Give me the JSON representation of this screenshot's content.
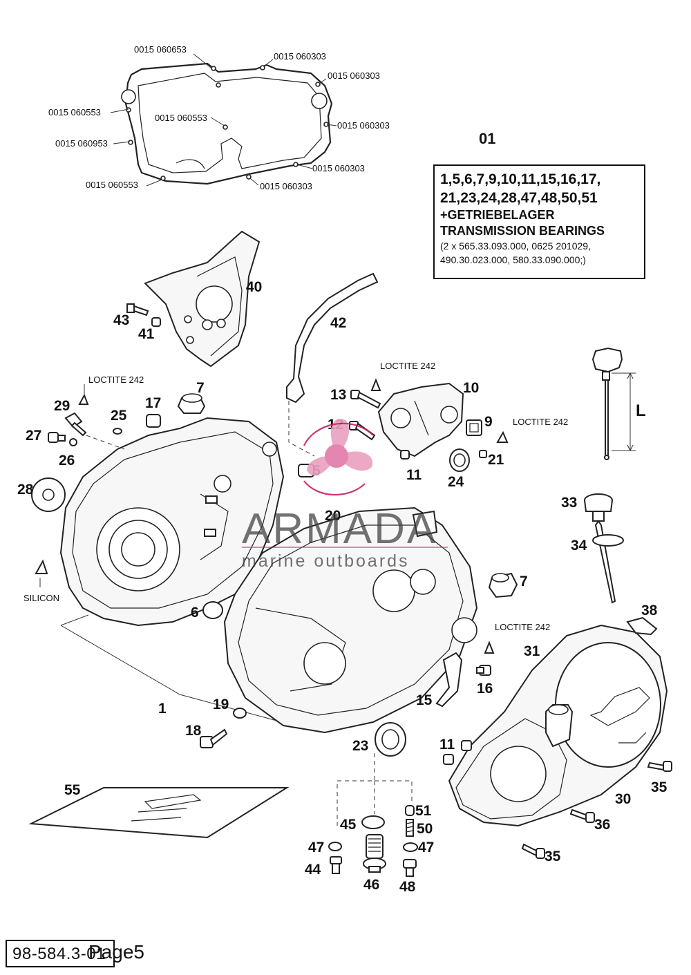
{
  "assembly": {
    "set_number": "01",
    "contents_line1": "1,5,6,7,9,10,11,15,16,17,",
    "contents_line2": "21,23,24,28,47,48,50,51",
    "bearing_de": "+GETRIEBELAGER",
    "bearing_en": "TRANSMISSION BEARINGS",
    "bearing_refs_line1": "(2 x 565.33.093.000, 0625 201029,",
    "bearing_refs_line2": "490.30.023.000, 580.33.090.000;)"
  },
  "gasket_codes": [
    "0015 060653",
    "0015 060303",
    "0015 060303",
    "0015 060553",
    "0015 060553",
    "0015 060303",
    "0015 060953",
    "0015 060303",
    "0015 060553",
    "0015 060303"
  ],
  "notes": {
    "loctite": "LOCTITE 242",
    "silicon": "SILICON",
    "dipstick_dimension": "L"
  },
  "part_numbers": [
    "1",
    "5",
    "6",
    "7",
    "7",
    "9",
    "10",
    "11",
    "11",
    "12",
    "13",
    "15",
    "16",
    "17",
    "18",
    "19",
    "20",
    "21",
    "23",
    "24",
    "25",
    "26",
    "27",
    "28",
    "29",
    "30",
    "31",
    "33",
    "34",
    "35",
    "35",
    "36",
    "38",
    "40",
    "41",
    "42",
    "43",
    "44",
    "45",
    "46",
    "47",
    "47",
    "48",
    "50",
    "51",
    "55"
  ],
  "watermark": {
    "brand": "ARMADA",
    "tagline": "marine outboards",
    "logo_colors": {
      "propeller": "#e9a0bf",
      "hub": "#e27aa8",
      "ring": "#c71f62"
    }
  },
  "footer": {
    "catalog_code": "98-584.3-01",
    "page_label": "Page5"
  }
}
